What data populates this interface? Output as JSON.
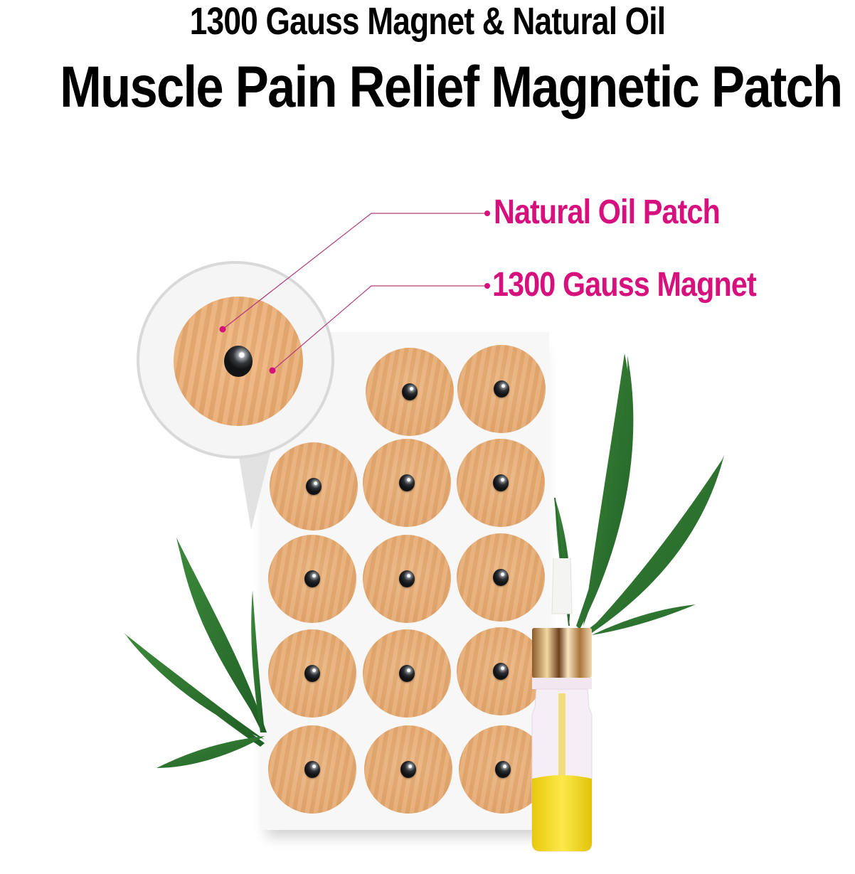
{
  "header": {
    "subtitle": "1300 Gauss Magnet & Natural Oil",
    "title": "Muscle Pain Relief Magnetic Patch"
  },
  "callouts": [
    {
      "label": "Natural Oil Patch",
      "target": "patch-surface"
    },
    {
      "label": "1300 Gauss Magnet",
      "target": "magnet-bead"
    }
  ],
  "colors": {
    "accent": "#d6117e",
    "patch": "#e8aa6f",
    "leaf": "#2f7a32",
    "oil": "#f2dc1a"
  },
  "product": {
    "sheet_rows": 5,
    "sheet_cols": 3,
    "patch_count_visible": 15,
    "icons": [
      "magnifier-bubble",
      "hemp-leaf",
      "dropper-bottle"
    ]
  }
}
